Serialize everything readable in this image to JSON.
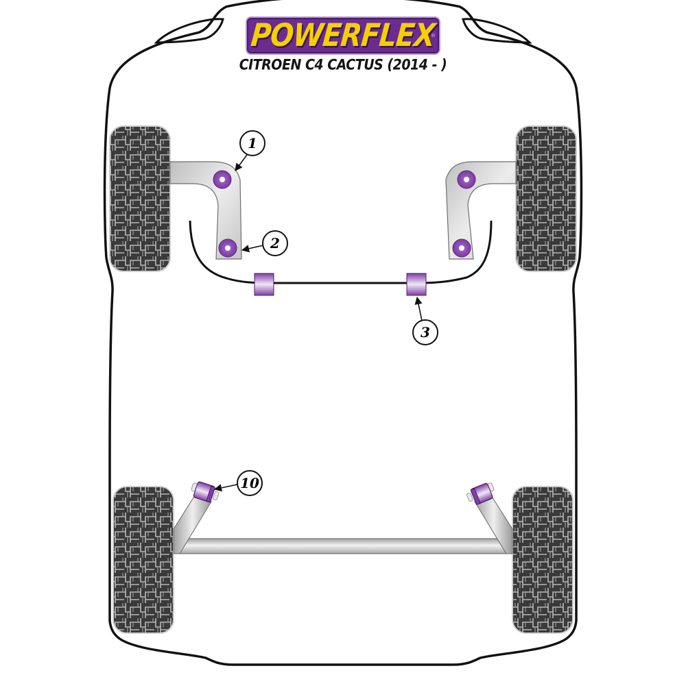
{
  "header": {
    "brand": "POWERFLEX",
    "brand_registered_mark": "®",
    "model_title": "CITROEN C4 CACTUS (2014 - )"
  },
  "colors": {
    "brand_purple": "#6a2d8f",
    "brand_yellow": "#f4d000",
    "bushing_purple": "#8e4fb5",
    "tire_dark": "#3a3a3a",
    "arm_grey": "#cfcfcf",
    "outline": "#111111"
  },
  "diagram": {
    "view": "underside-top-view",
    "front_axle": {
      "components": [
        "left-front-wheel",
        "right-front-wheel",
        "left-wishbone",
        "right-wishbone",
        "anti-roll-bar"
      ]
    },
    "rear_axle": {
      "components": [
        "left-rear-wheel",
        "right-rear-wheel",
        "rear-beam"
      ]
    }
  },
  "callouts": [
    {
      "number": "1",
      "target": "front-wishbone-front-bush"
    },
    {
      "number": "2",
      "target": "front-wishbone-rear-bush"
    },
    {
      "number": "3",
      "target": "front-anti-roll-bar-bush"
    },
    {
      "number": "10",
      "target": "rear-beam-mounting-bush"
    }
  ]
}
